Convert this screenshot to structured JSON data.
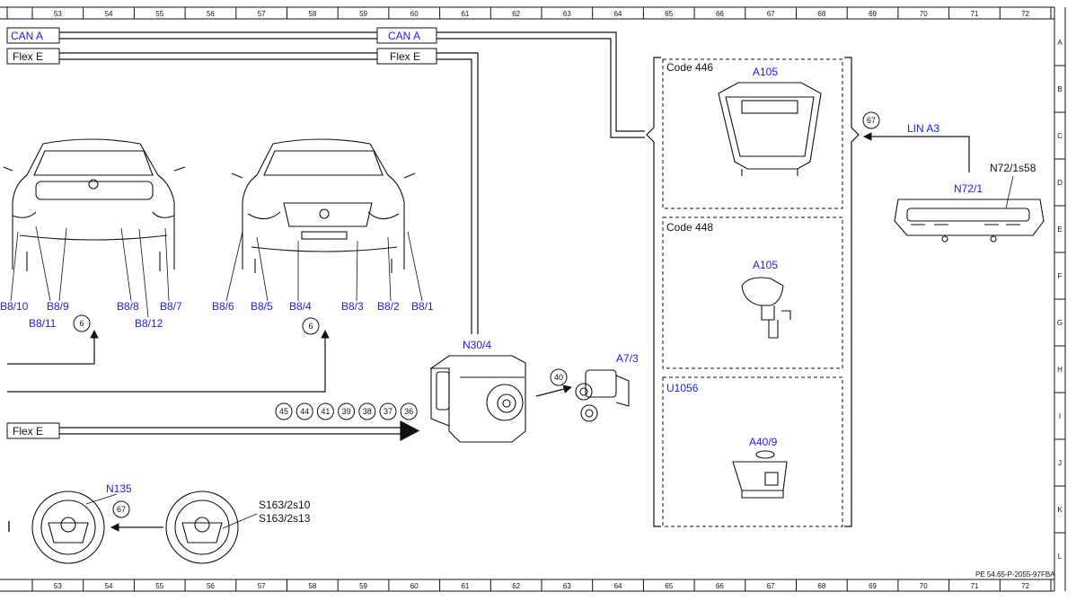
{
  "ruler": {
    "columns": [
      "53",
      "54",
      "55",
      "56",
      "57",
      "58",
      "59",
      "60",
      "61",
      "62",
      "63",
      "64",
      "65",
      "66",
      "67",
      "68",
      "69",
      "70",
      "71",
      "72"
    ],
    "rows": [
      "A",
      "B",
      "C",
      "D",
      "E",
      "F",
      "G",
      "H",
      "I",
      "J",
      "K",
      "L"
    ]
  },
  "bus_labels": {
    "can_a_left": "CAN A",
    "can_a_mid": "CAN A",
    "flex_e_left": "Flex E",
    "flex_e_mid": "Flex E",
    "flex_e_bottom": "Flex E",
    "lin_a3": "LIN A3"
  },
  "rear_sensors": [
    "B8/10",
    "B8/9",
    "B8/8",
    "B8/7",
    "B8/11",
    "B8/12"
  ],
  "front_sensors": [
    "B8/6",
    "B8/5",
    "B8/4",
    "B8/3",
    "B8/2",
    "B8/1"
  ],
  "refs": {
    "rear_ref": "6",
    "front_ref": "6",
    "chain": [
      "45",
      "44",
      "41",
      "39",
      "38",
      "37",
      "36"
    ],
    "a7_ref": "40",
    "lin_ref": "67",
    "wheel_ref": "67"
  },
  "components": {
    "n30_4": "N30/4",
    "a7_3": "A7/3",
    "n72_1": "N72/1",
    "n72_1s58": "N72/1s58",
    "n135": "N135",
    "s163_1": "S163/2s10",
    "s163_2": "S163/2s13"
  },
  "variants": [
    {
      "code": "Code 446",
      "component": "A105"
    },
    {
      "code": "Code 448",
      "component": "A105"
    },
    {
      "code": "U1056",
      "component": "A40/9"
    }
  ],
  "footer": {
    "doc_id": "PE 54.65-P-2055-97FBA"
  },
  "colors": {
    "link": "#1a1aff",
    "line": "#111111"
  }
}
